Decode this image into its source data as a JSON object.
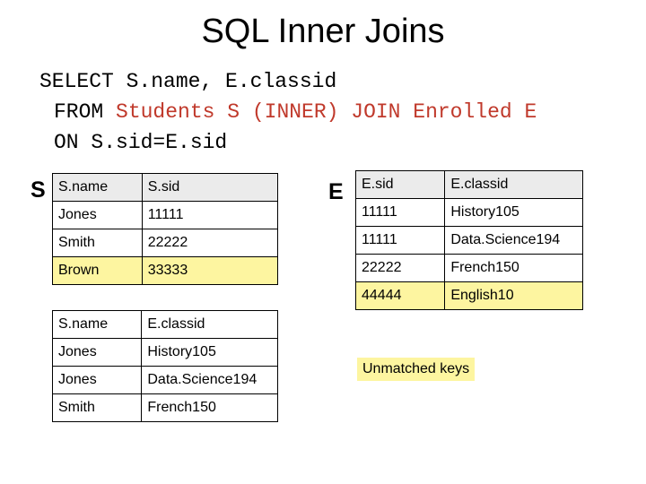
{
  "title": "SQL Inner Joins",
  "query": {
    "line1": "SELECT S.name, E.classid",
    "from_kw": "FROM",
    "from_rest": " Students S (INNER) JOIN Enrolled E",
    "line3": "ON S.sid=E.sid"
  },
  "students": {
    "label": "S",
    "columns": [
      "S.name",
      "S.sid"
    ],
    "rows": [
      [
        "Jones",
        "11111"
      ],
      [
        "Smith",
        "22222"
      ],
      [
        "Brown",
        "33333"
      ]
    ]
  },
  "enrolled": {
    "label": "E",
    "columns": [
      "E.sid",
      "E.classid"
    ],
    "rows": [
      [
        "11111",
        "History105"
      ],
      [
        "11111",
        "Data.Science194"
      ],
      [
        "22222",
        "French150"
      ],
      [
        "44444",
        "English10"
      ]
    ]
  },
  "result": {
    "columns": [
      "S.name",
      "E.classid"
    ],
    "rows": [
      [
        "Jones",
        "History105"
      ],
      [
        "Jones",
        "Data.Science194"
      ],
      [
        "Smith",
        "French150"
      ]
    ]
  },
  "note": "Unmatched keys",
  "colors": {
    "header_bg": "#ebebeb",
    "highlight": "#fdf5a0",
    "keyword_red": "#c0392b"
  }
}
